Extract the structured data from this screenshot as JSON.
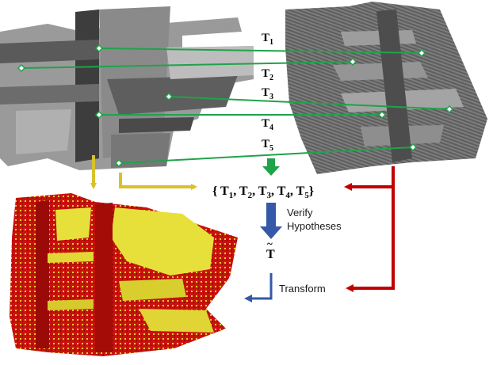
{
  "diagram": {
    "correspondence_labels": [
      {
        "base": "T",
        "sub": "1"
      },
      {
        "base": "T",
        "sub": "2"
      },
      {
        "base": "T",
        "sub": "3"
      },
      {
        "base": "T",
        "sub": "4"
      },
      {
        "base": "T",
        "sub": "5"
      }
    ],
    "hypothesis_set": {
      "open": "{",
      "close": "}",
      "items": [
        {
          "base": "T",
          "sub": "1"
        },
        {
          "base": "T",
          "sub": "2"
        },
        {
          "base": "T",
          "sub": "3"
        },
        {
          "base": "T",
          "sub": "4"
        },
        {
          "base": "T",
          "sub": "5"
        }
      ]
    },
    "verify_step": {
      "line1": "Verify",
      "line2": "Hypotheses"
    },
    "estimate": {
      "base": "T",
      "accent": "~"
    },
    "transform_label": "Transform",
    "colors": {
      "match_line": "#1fa34a",
      "yellow_arrow": "#d9c12b",
      "green_arrow": "#1fa34a",
      "blue_arrow": "#3558a8",
      "red_arrow": "#c00000",
      "scan_gray": "#8c8c8c",
      "scan_dark": "#4a4a4a",
      "model_red": "#c8120e",
      "model_yellow": "#e8e03a"
    }
  }
}
